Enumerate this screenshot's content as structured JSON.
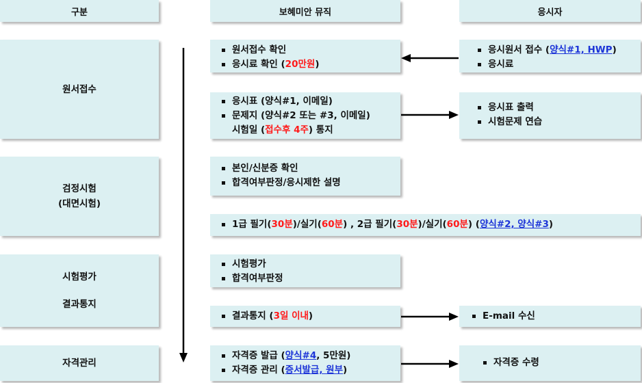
{
  "headers": {
    "category": "구분",
    "security": "보혜미안 뮤직",
    "applicant": "응시자"
  },
  "categories": {
    "reception": "원서접수",
    "exam_line1": "검정시험",
    "exam_line2": "(대면시험)",
    "eval_line1": "시험평가",
    "eval_line2": "결과통지",
    "cert": "자격관리"
  },
  "mid": {
    "b1": {
      "i1": "원서접수 확인",
      "i2a": "응시료 확인 (",
      "i2b": "20만원",
      "i2c": ")"
    },
    "b2": {
      "i1": "응시표 (양식#1, 이메일)",
      "i2": "문제지 (양식#2 또는 #3, 이메일)",
      "i3a": "시험일 (",
      "i3b": "접수후 4주",
      "i3c": ") 통지"
    },
    "b3": {
      "i1": "본인/신분증 확인",
      "i2": "합격여부판정/응시제한 설명"
    },
    "b4": {
      "t1": "1급 필기(",
      "t2": "30분",
      "t3": ")/실기(",
      "t4": "60분",
      "t5": ") , 2급 필기(",
      "t6": "30분",
      "t7": ")/실기(",
      "t8": "60분",
      "t9": ")  (",
      "t10": "양식#2, 양식#3",
      "t11": ")"
    },
    "b5": {
      "i1": "시험평가",
      "i2": "합격여부판정"
    },
    "b6": {
      "ia": "결과통지 (",
      "ib": "3일 이내",
      "ic": ")"
    },
    "b7": {
      "i1a": "자격증 발급 (",
      "i1b": "양식#4",
      "i1c": ", 5만원)",
      "i2a": "자격증 관리 (",
      "i2b": "증서발급, 원부",
      "i2c": ")"
    }
  },
  "right": {
    "r1": {
      "i1a": "응시원서 접수 (",
      "i1b": "양식#1, HWP",
      "i1c": ")",
      "i2": "응시료"
    },
    "r2": {
      "i1": "응시표 출력",
      "i2": "시험문제 연습"
    },
    "r3": {
      "i1": "E-mail 수신"
    },
    "r4": {
      "i1": "자격증 수령"
    }
  },
  "colors": {
    "box_fill": "#dcf0f2",
    "emphasis_red": "#ff1a1a",
    "link_blue": "#1d35d8"
  }
}
